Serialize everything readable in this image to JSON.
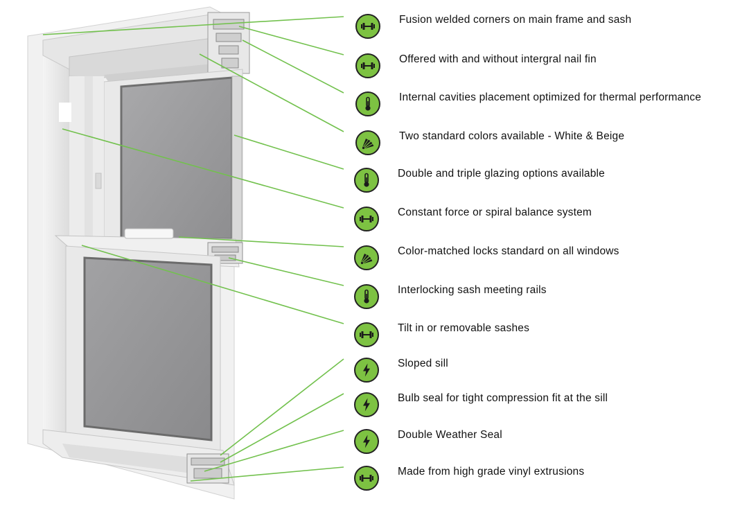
{
  "accent_color": "#7dc242",
  "leader_color": "#72c14d",
  "features": [
    {
      "label": "Fusion welded corners on main frame and sash",
      "icon": "dumbbell-icon"
    },
    {
      "label": "Offered with and without intergral nail fin",
      "icon": "dumbbell-icon"
    },
    {
      "label": "Internal cavities placement optimized for thermal performance",
      "icon": "thermometer-icon"
    },
    {
      "label": "Two standard colors available - White & Beige",
      "icon": "color-fan-icon"
    },
    {
      "label": "Double and triple glazing options available",
      "icon": "thermometer-icon"
    },
    {
      "label": "Constant force or spiral balance system",
      "icon": "dumbbell-icon"
    },
    {
      "label": "Color-matched locks standard on all windows",
      "icon": "color-fan-icon"
    },
    {
      "label": "Interlocking sash meeting rails",
      "icon": "thermometer-icon"
    },
    {
      "label": "Tilt in or removable sashes",
      "icon": "dumbbell-icon"
    },
    {
      "label": "Sloped sill",
      "icon": "lightning-icon"
    },
    {
      "label": "Bulb seal for tight compression fit at the sill",
      "icon": "lightning-icon"
    },
    {
      "label": "Double Weather Seal",
      "icon": "lightning-icon"
    },
    {
      "label": "Made from high grade vinyl extrusions",
      "icon": "dumbbell-icon"
    }
  ]
}
